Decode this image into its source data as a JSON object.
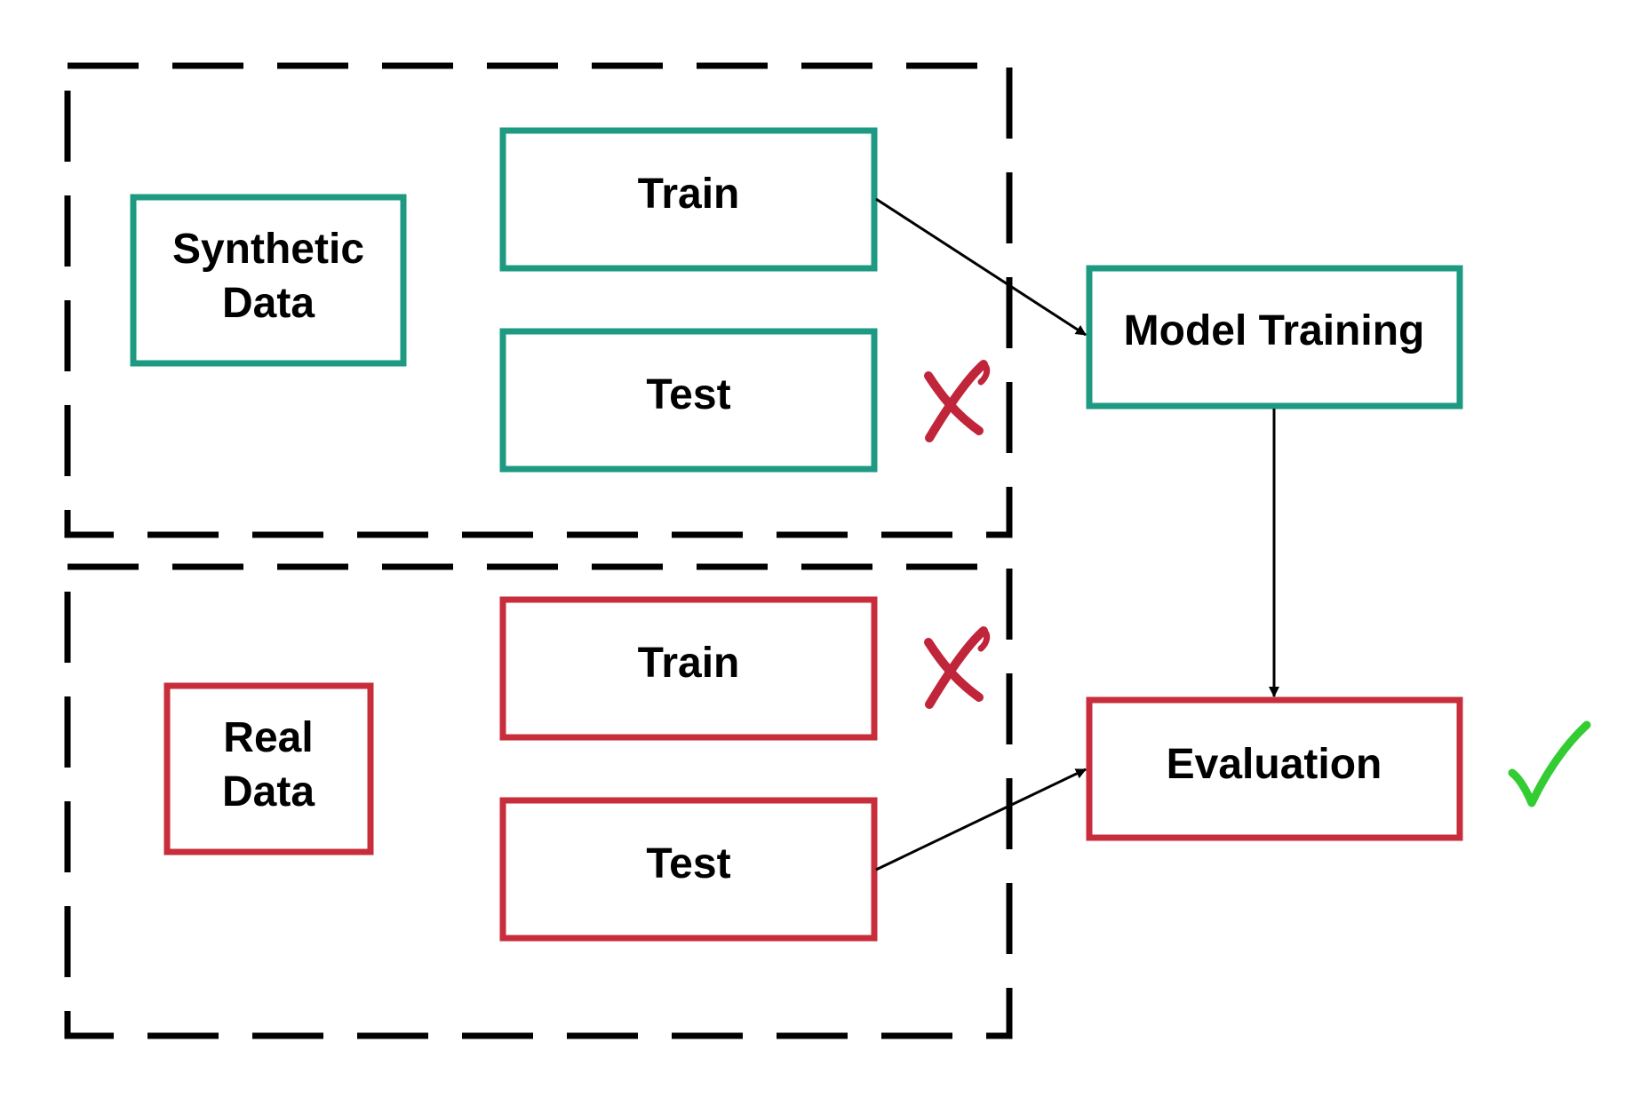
{
  "colors": {
    "synthetic": "#1f9a82",
    "real": "#c82d3b",
    "container_border": "#000000",
    "arrow": "#000000",
    "cross": "#c0253a",
    "check": "#33cc33"
  },
  "synthetic_group": {
    "source": {
      "line1": "Synthetic",
      "line2": "Data"
    },
    "train": "Train",
    "test": "Test",
    "test_status_icon": "cross-mark-icon"
  },
  "real_group": {
    "source": {
      "line1": "Real",
      "line2": "Data"
    },
    "train": "Train",
    "test": "Test",
    "train_status_icon": "cross-mark-icon"
  },
  "pipeline": {
    "model_training": "Model Training",
    "evaluation": "Evaluation",
    "evaluation_status_icon": "check-mark-icon"
  }
}
